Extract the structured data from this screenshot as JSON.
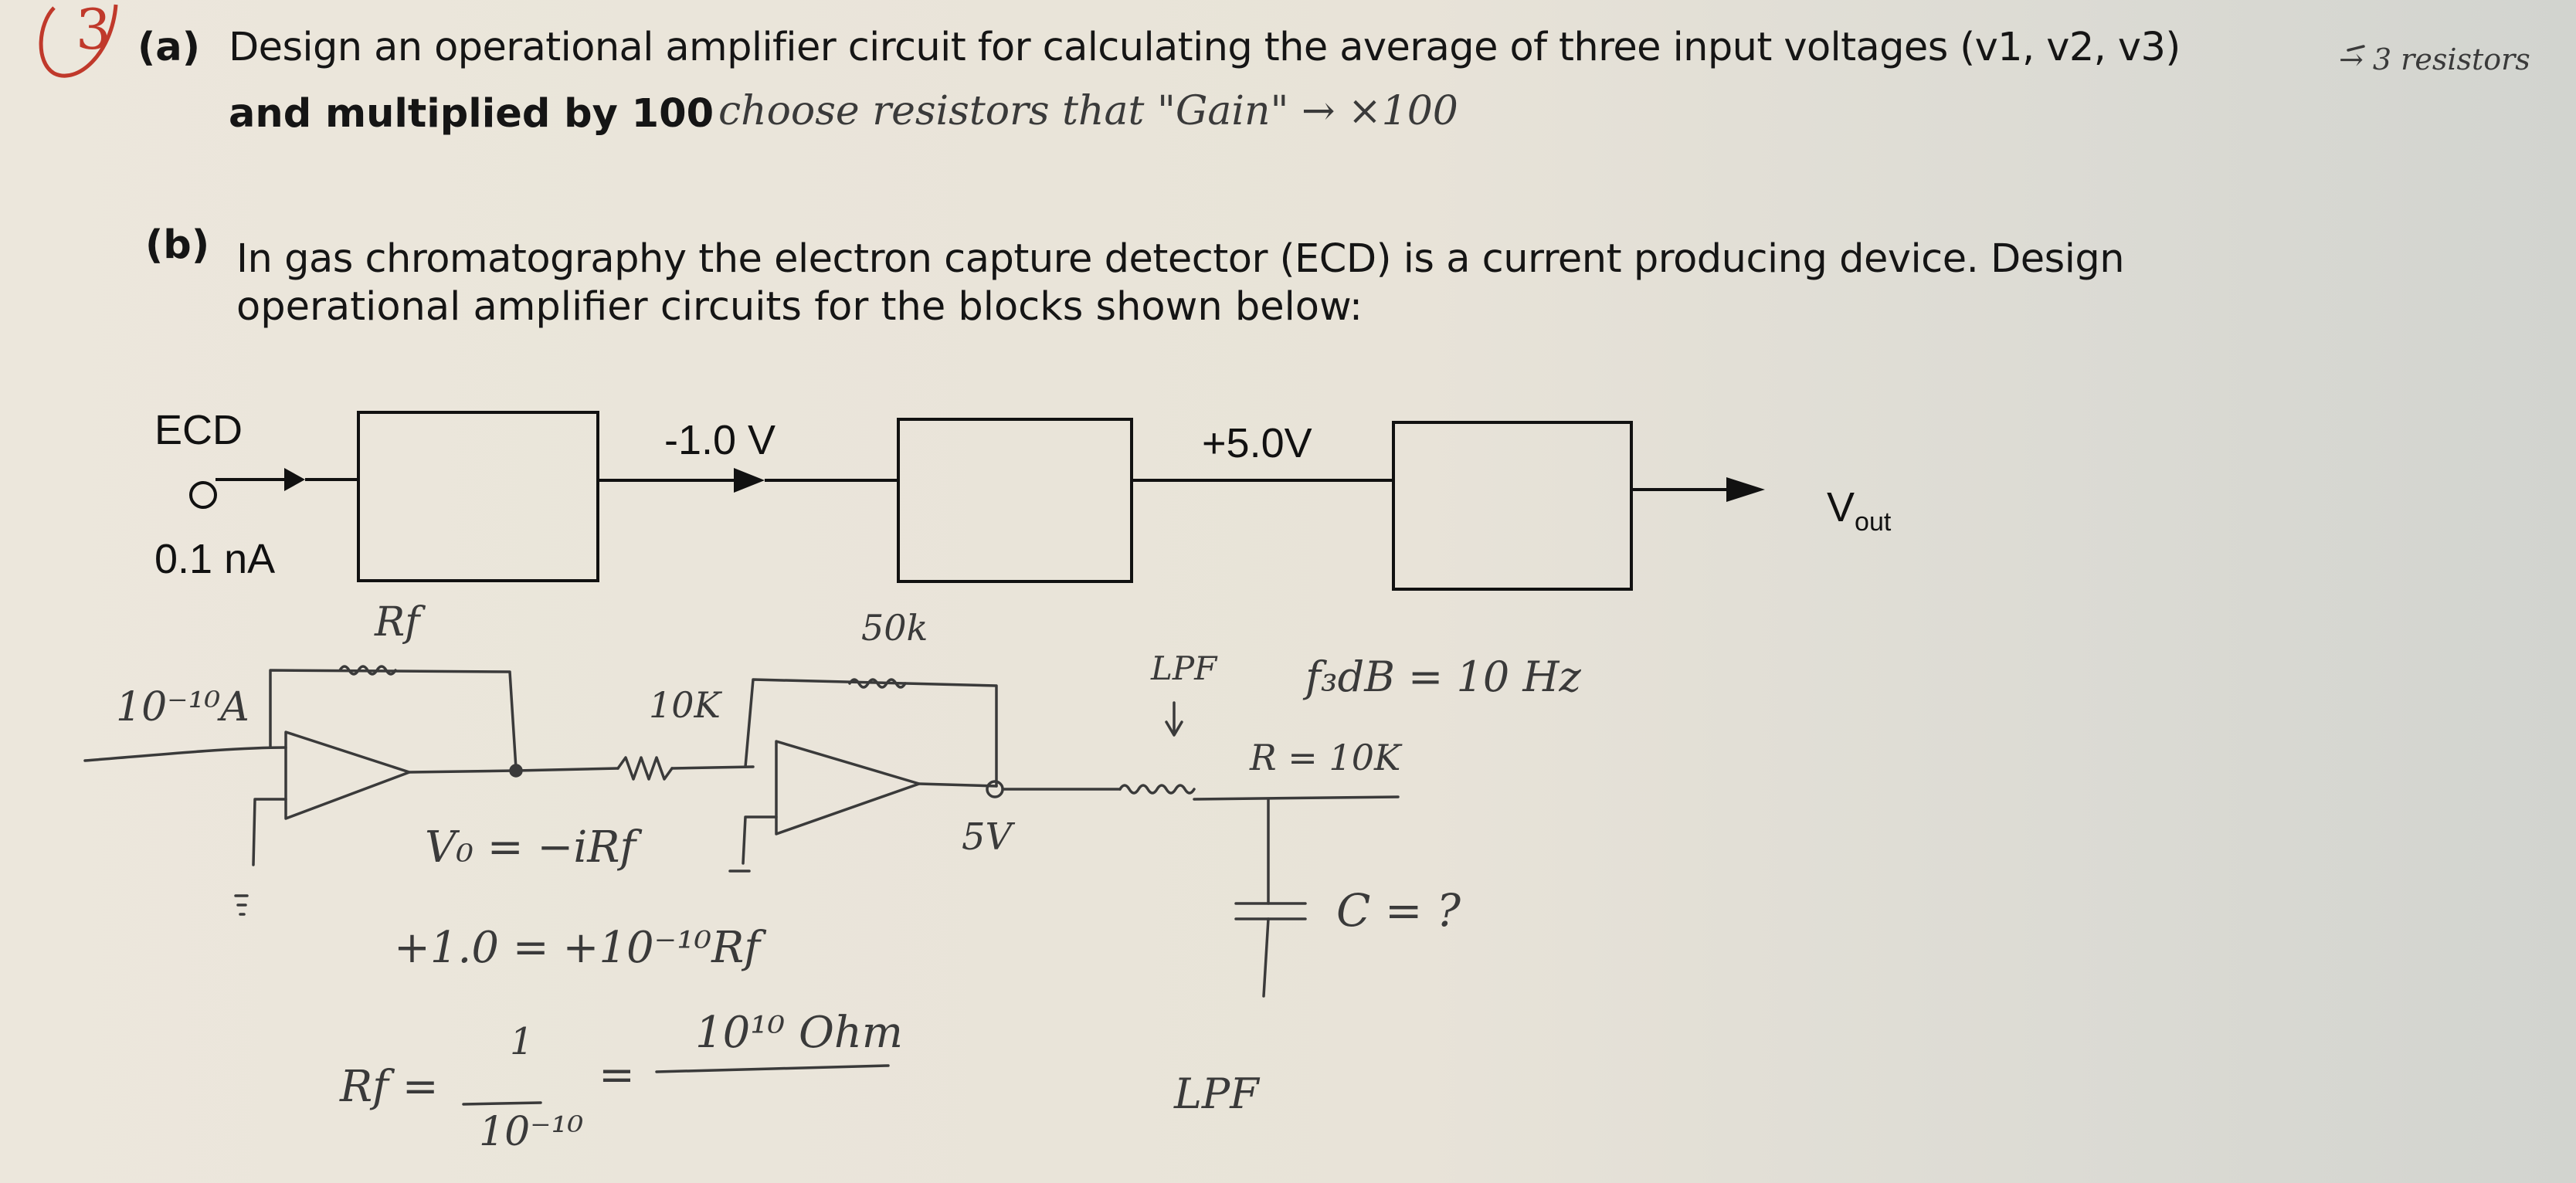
{
  "question_number": "3",
  "part_a": {
    "letter": "(a)",
    "line1": "Design an operational amplifier circuit for calculating the average of three input voltages (v1, v2, v3)",
    "line2": "and multiplied by 100",
    "notes": {
      "arrow_note": "→ 3 resistors",
      "gain_note": "choose resistors that \"Gain\" → ×100"
    }
  },
  "part_b": {
    "letter": "(b)",
    "line1": "In gas chromatography the electron capture detector (ECD) is a current producing device. Design",
    "line2": "operational amplifier circuits for the blocks shown below:"
  },
  "block_diagram": {
    "ecd_label": "ECD",
    "ecd_current": "0.1 nA",
    "stage1_output": "-1.0 V",
    "stage2_output": "+5.0V",
    "output_label": "V",
    "output_subscript": "out"
  },
  "handwritten": {
    "input_current": "10⁻¹⁰A",
    "rf_label": "Rf",
    "r_10k": "10K",
    "r_50k": "50k",
    "vo_equation": "V₀ = −iRf",
    "vout_5v": "5V",
    "lpf_top": "LPF",
    "f3db": "f₃dB = 10 Hz",
    "r_value": "R = 10K",
    "c_value": "C = ?",
    "eq_plus1": "+1.0 = +10⁻¹⁰Rf",
    "rf_solution_left": "Rf =",
    "rf_fraction_num": "1",
    "rf_fraction_den": "10⁻¹⁰",
    "rf_result": "10¹⁰ Ohm",
    "lpf_bottom": "LPF"
  }
}
